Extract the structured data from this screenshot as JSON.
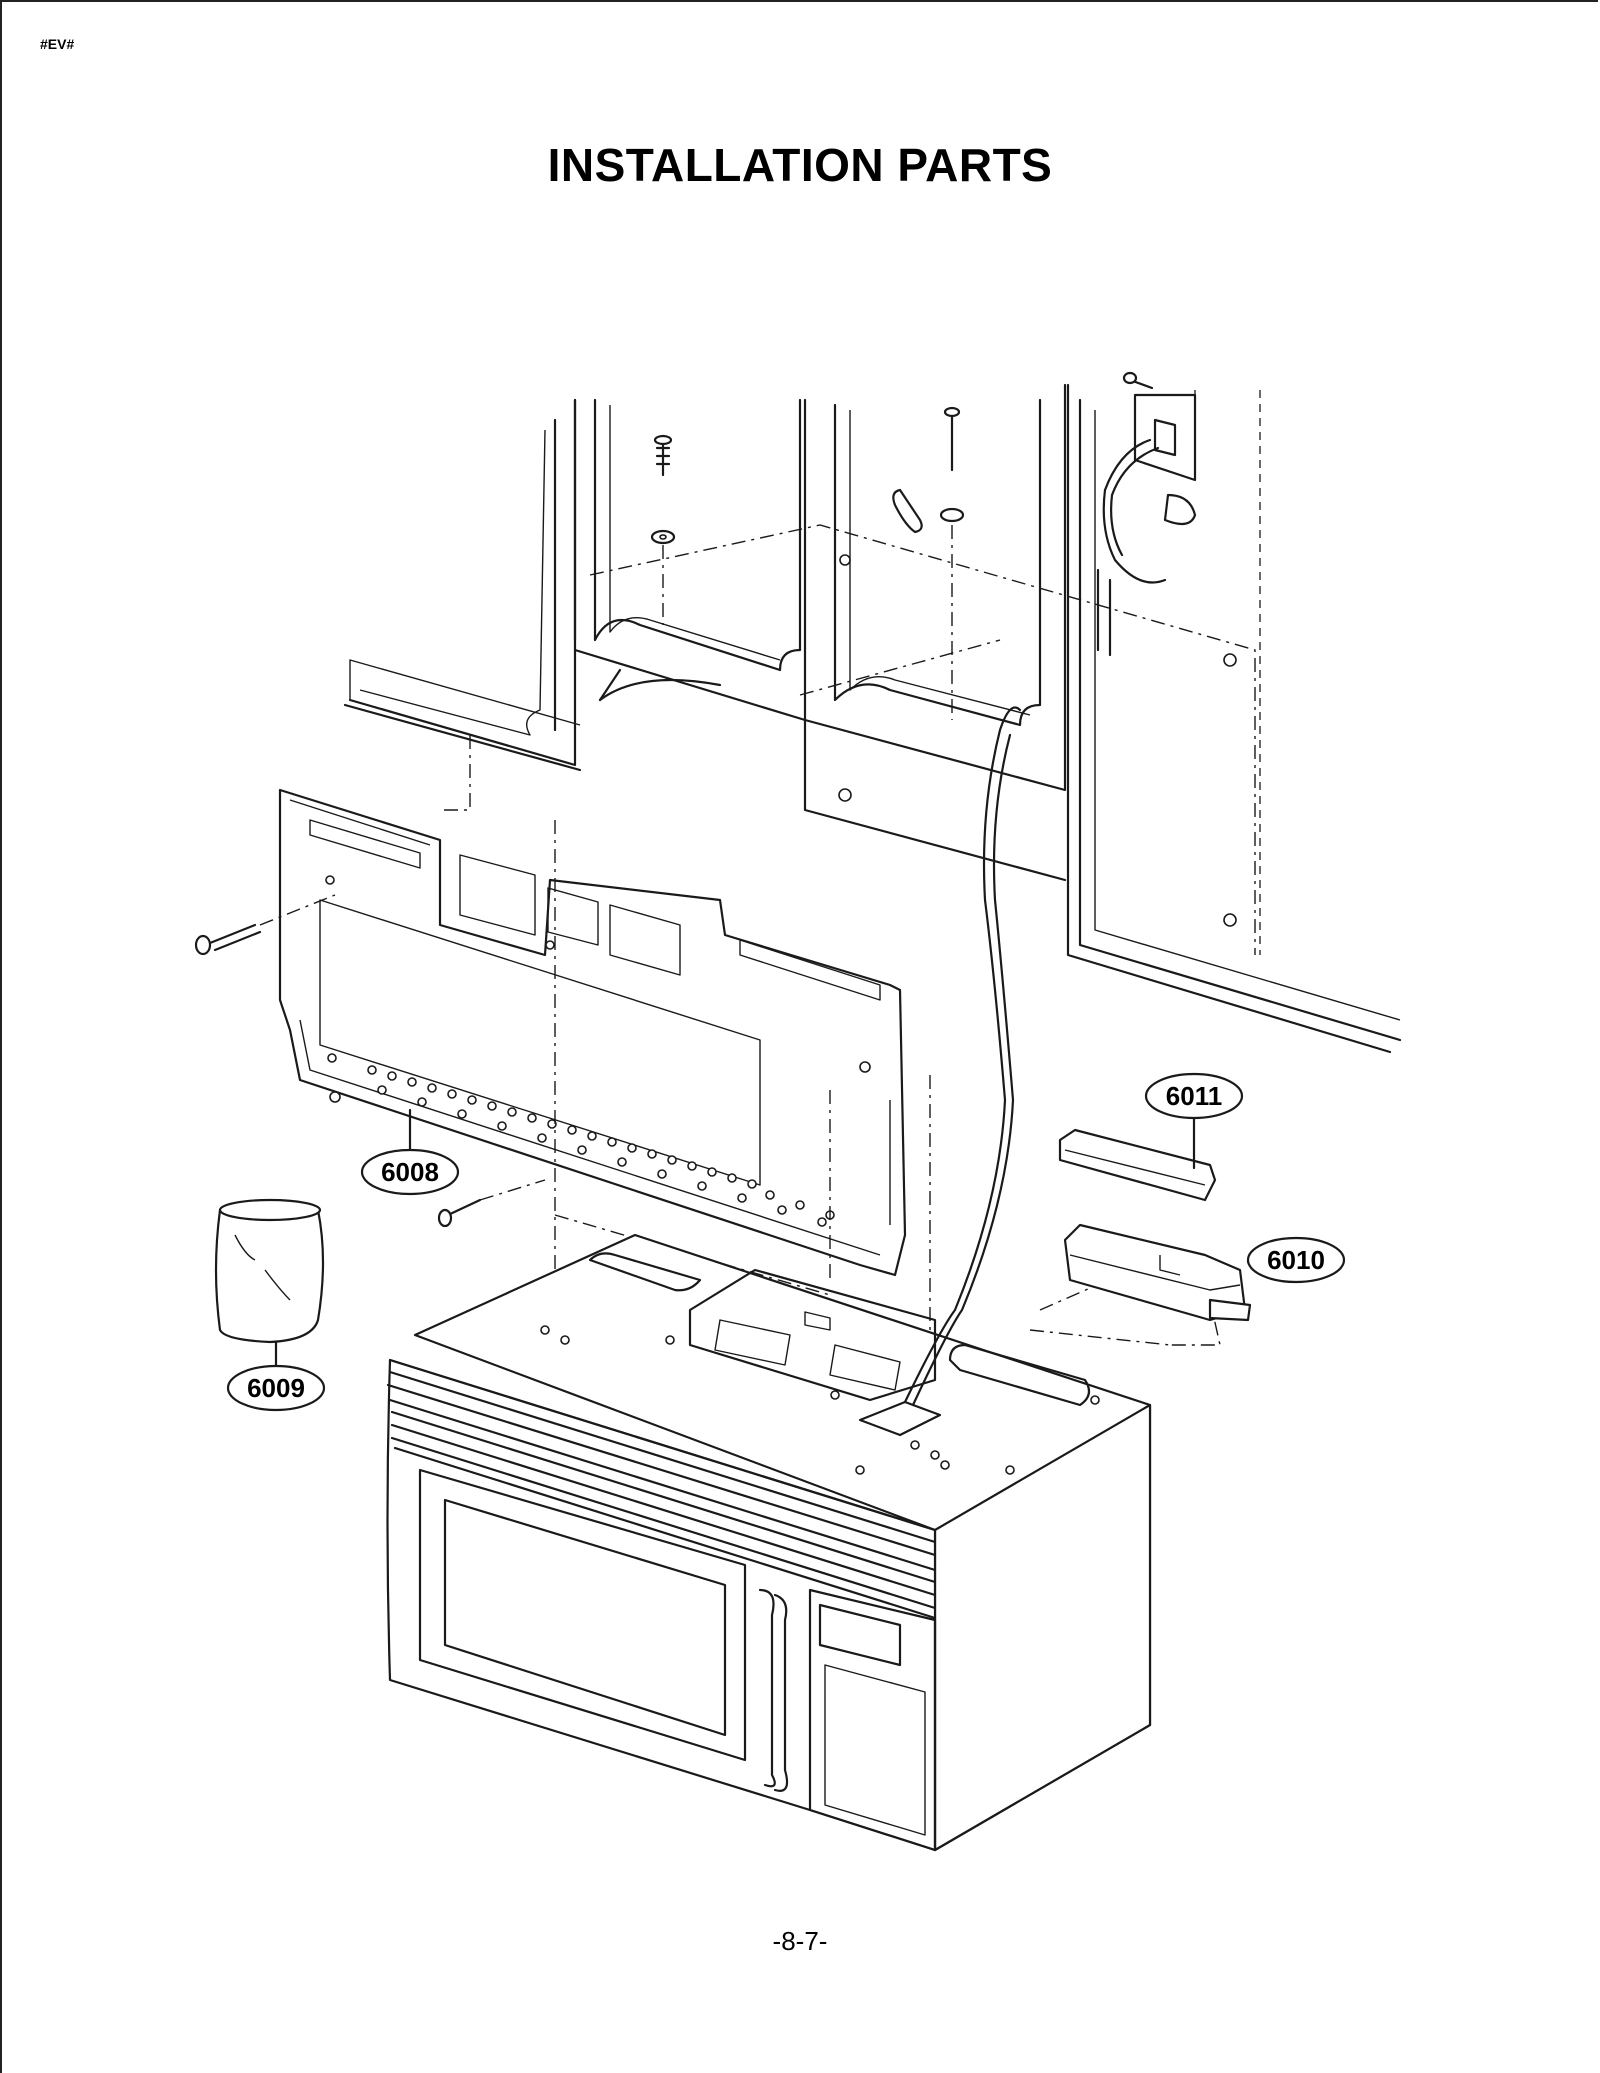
{
  "header": {
    "corner_tag": "#EV#",
    "title": "INSTALLATION PARTS"
  },
  "callouts": [
    {
      "id": "6008",
      "label": "6008",
      "part": "mounting-plate"
    },
    {
      "id": "6009",
      "label": "6009",
      "part": "bag"
    },
    {
      "id": "6010",
      "label": "6010",
      "part": "damper-housing"
    },
    {
      "id": "6011",
      "label": "6011",
      "part": "damper-cover"
    }
  ],
  "footer": {
    "page_number": "-8-7-"
  }
}
